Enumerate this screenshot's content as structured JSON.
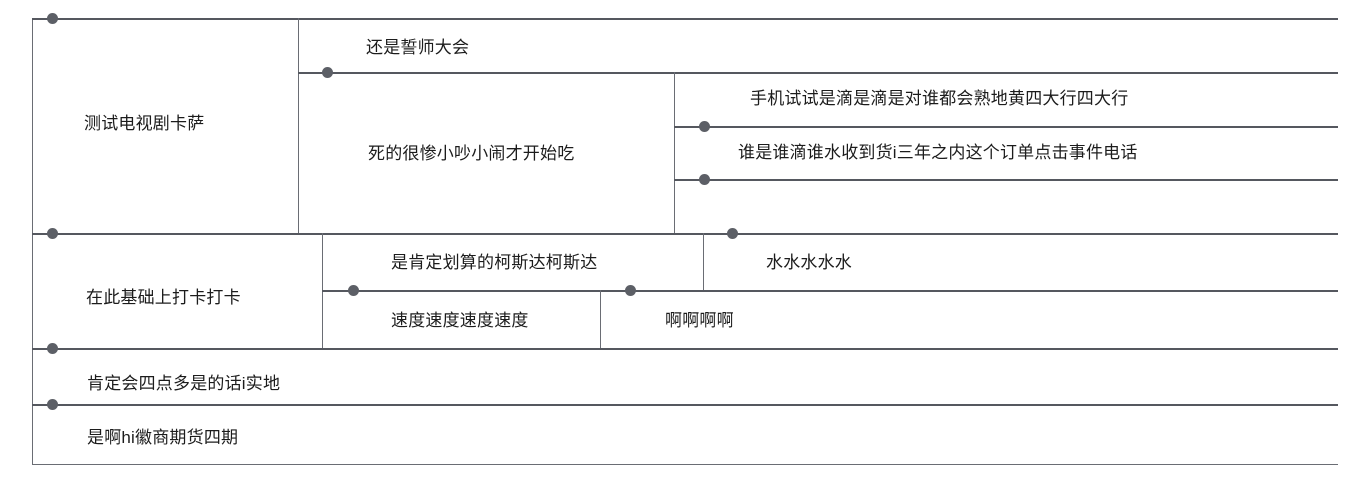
{
  "diagram": {
    "type": "hierarchical-outline-tree",
    "title": "",
    "style": {
      "line_color": "#55585f",
      "thin_line_color": "#6a6d74",
      "dot_color": "#5c5f66",
      "text_color": "#1c1c1c",
      "background": "#ffffff"
    },
    "nodes": {
      "n1": {
        "label": "测试电视剧卡萨",
        "level": 1
      },
      "n1_1": {
        "label": "还是誓师大会",
        "level": 2
      },
      "n1_2": {
        "label": "死的很惨小吵小闹才开始吃",
        "level": 2
      },
      "n1_2_1": {
        "label": "手机试试是滴是滴是对谁都会熟地黄四大行四大行",
        "level": 3
      },
      "n1_2_2": {
        "label": "谁是谁滴谁水收到货i三年之内这个订单点击事件电话",
        "level": 3
      },
      "n1_2_3": {
        "label": "",
        "level": 3
      },
      "n2": {
        "label": "在此基础上打卡打卡",
        "level": 1
      },
      "n2_1": {
        "label": "是肯定划算的柯斯达柯斯达",
        "level": 2
      },
      "n2_1_1": {
        "label": "水水水水水",
        "level": 3
      },
      "n2_2": {
        "label": "速度速度速度速度",
        "level": 2
      },
      "n2_2_1": {
        "label": "啊啊啊啊",
        "level": 3
      },
      "n3": {
        "label": "肯定会四点多是的话i实地",
        "level": 1
      },
      "n4": {
        "label": "是啊hi徽商期货四期",
        "level": 1
      }
    }
  }
}
